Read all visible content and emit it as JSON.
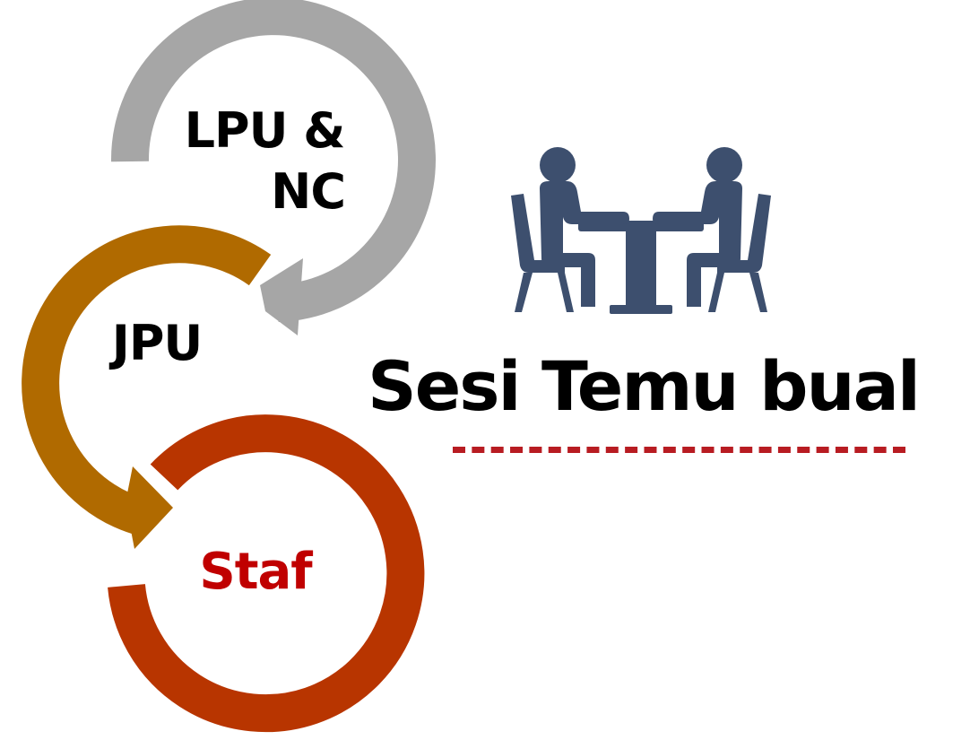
{
  "diagram": {
    "rings": [
      {
        "label": "LPU &",
        "label_line2": "NC",
        "color": "#a6a6a6"
      },
      {
        "label": "JPU",
        "color": "#b06a00"
      },
      {
        "label": "Staf",
        "color": "#b83500",
        "text_color": "#c00000"
      }
    ],
    "icon": "meeting-table-icon",
    "icon_color": "#3d4f6e",
    "title": "Sesi Temu bual",
    "rule_color": "#b81c22"
  }
}
